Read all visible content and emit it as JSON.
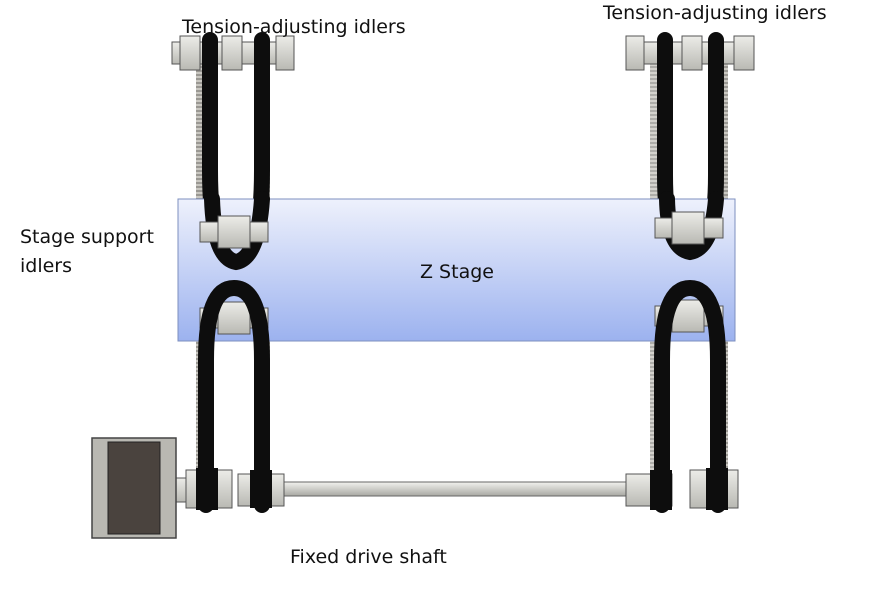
{
  "labels": {
    "tension_left": "Tension-adjusting idlers",
    "tension_right": "Tension-adjusting idlers",
    "stage_support_line1": "Stage support",
    "stage_support_line2": "idlers",
    "z_stage": "Z Stage",
    "drive_shaft": "Fixed drive shaft"
  },
  "colors": {
    "belt": "#0d0d0d",
    "stage_top": "#e8ecfb",
    "stage_bottom": "#9fb4f0",
    "idler": "#d9d9d4",
    "shaft": "#cfcfcb",
    "motor_body": "#4a433e",
    "motor_frame": "#b9b8b2"
  }
}
